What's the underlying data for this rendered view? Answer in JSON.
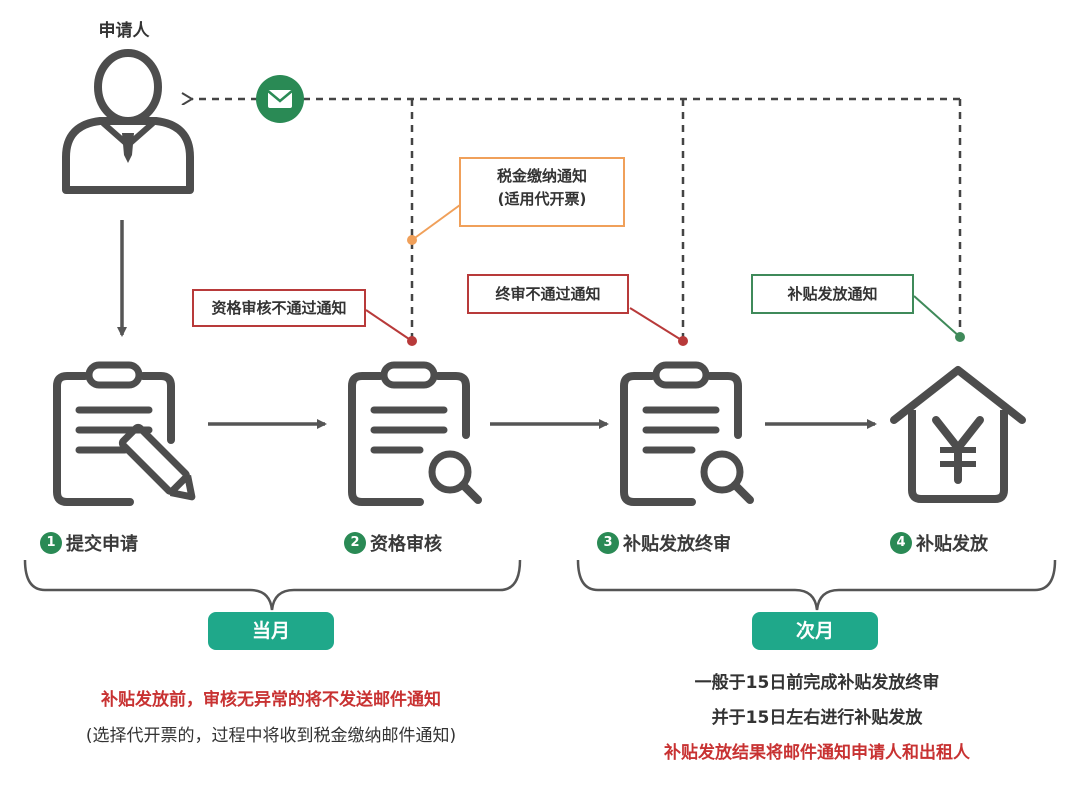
{
  "applicant_label": "申请人",
  "notes": {
    "tax": [
      "税金缴纳通知",
      "(适用代开票)"
    ],
    "qual_fail": "资格审核不通过通知",
    "final_fail": "终审不通过通知",
    "subsidy_notice": "补贴发放通知"
  },
  "steps": [
    {
      "num": "1",
      "label": "提交申请"
    },
    {
      "num": "2",
      "label": "资格审核"
    },
    {
      "num": "3",
      "label": "补贴发放终审"
    },
    {
      "num": "4",
      "label": "补贴发放"
    }
  ],
  "periods": {
    "current": "当月",
    "next": "次月"
  },
  "left_text": {
    "line1": "补贴发放前，审核无异常的将不发送邮件通知",
    "line2": "(选择代开票的，过程中将收到税金缴纳邮件通知)"
  },
  "right_text": {
    "line1": "一般于15日前完成补贴发放终审",
    "line2": "并于15日左右进行补贴发放",
    "line3": "补贴发放结果将邮件通知申请人和出租人"
  },
  "icons": {
    "applicant": "person-icon",
    "mail": "mail-icon",
    "submit": "clipboard-pencil-icon",
    "review": "clipboard-search-icon",
    "final": "clipboard-search-icon",
    "payout": "house-yen-icon"
  },
  "colors": {
    "icon_gray": "#4d4d4d",
    "green": "#2a8a55",
    "teal": "#1fa88a",
    "red": "#b83a3a",
    "orange": "#f0a05a",
    "note_green": "#3f8a5a"
  }
}
